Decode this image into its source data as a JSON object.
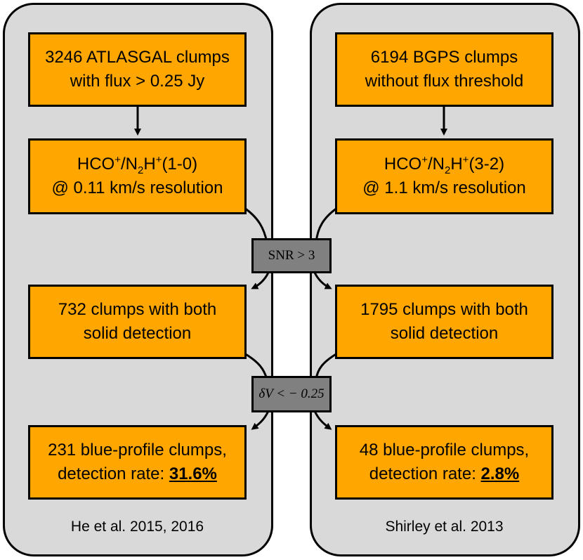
{
  "left": {
    "caption": "He et al. 2015, 2016",
    "box1": {
      "line1": "3246 ATLASGAL clumps",
      "line2": "with flux > 0.25 Jy"
    },
    "box2": {
      "line1_a": "HCO",
      "sup1": "+",
      "slash": "/N",
      "sub1": "2",
      "h": "H",
      "sup2": "+",
      "trans": "(1-0)",
      "line2": "@ 0.11 km/s resolution"
    },
    "box3": {
      "line1": "732 clumps with both",
      "line2": "solid detection"
    },
    "box4": {
      "line1": "231 blue-profile clumps,",
      "line2_prefix": "detection rate: ",
      "rate": "31.6%"
    }
  },
  "right": {
    "caption": "Shirley et al. 2013",
    "box1": {
      "line1": "6194 BGPS clumps",
      "line2": "without flux threshold"
    },
    "box2": {
      "line1_a": "HCO",
      "sup1": "+",
      "slash": "/N",
      "sub1": "2",
      "h": "H",
      "sup2": "+",
      "trans": "(3-2)",
      "line2": "@ 1.1 km/s resolution"
    },
    "box3": {
      "line1": "1795 clumps with both",
      "line2": "solid detection"
    },
    "box4": {
      "line1": "48 blue-profile clumps,",
      "line2_prefix": "detection rate: ",
      "rate": "2.8%"
    }
  },
  "filters": {
    "snr": "SNR > 3",
    "dv": "δV < − 0.25"
  },
  "colors": {
    "panel": "#d9d9d9",
    "box": "#ffa600",
    "filter": "#808080"
  }
}
